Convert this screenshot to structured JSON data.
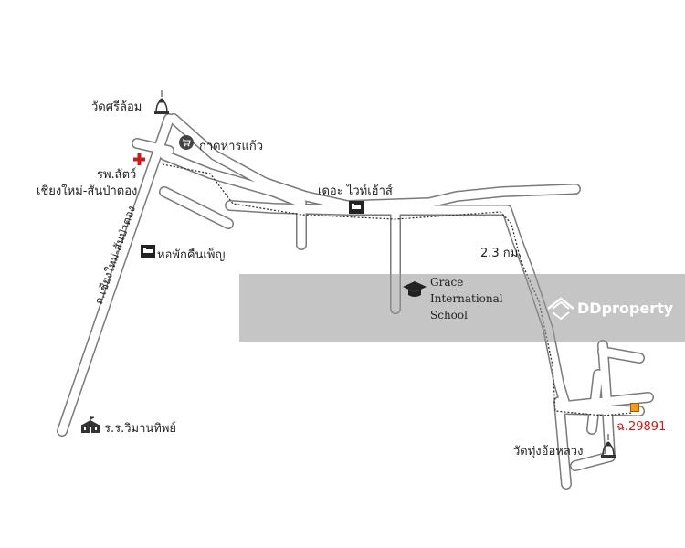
{
  "colors": {
    "road_fill": "#ffffff",
    "road_stroke": "#7a7a7a",
    "route_dash": "#333333",
    "accent_red": "#cc1b1b",
    "property_marker": "#f59a1a",
    "watermark_bg": "#969696"
  },
  "places": {
    "temple_top": "วัดศรีล้อม",
    "market": "กาดหารแก้ว",
    "vet_line1": "รพ.สัตว์",
    "vet_line2": "เชียงใหม่-สันป่าตอง",
    "road_name": "ถ.เชียงใหม่-สันป่าตอง",
    "the_white_house": "เดอะ ไวท์เฮ้าส์",
    "dorm": "หอพักคืนเพ็ญ",
    "distance": "2.3 กม.",
    "school_line1": "Grace",
    "school_line2": "International",
    "school_line3": "School",
    "school_wiman": "ร.ร.วิมานทิพย์",
    "temple_bottom": "วัดทุ่งอ้อหลวง",
    "property_code": "ฉ.29891"
  },
  "watermark": {
    "brand": "DDproperty"
  },
  "icons": {
    "temple": "temple-icon",
    "cart": "shopping-cart-icon",
    "hospital": "red-cross-icon",
    "bed": "hotel-bed-icon",
    "school": "graduation-cap-icon",
    "school_building": "school-building-icon",
    "property": "property-marker-icon"
  }
}
